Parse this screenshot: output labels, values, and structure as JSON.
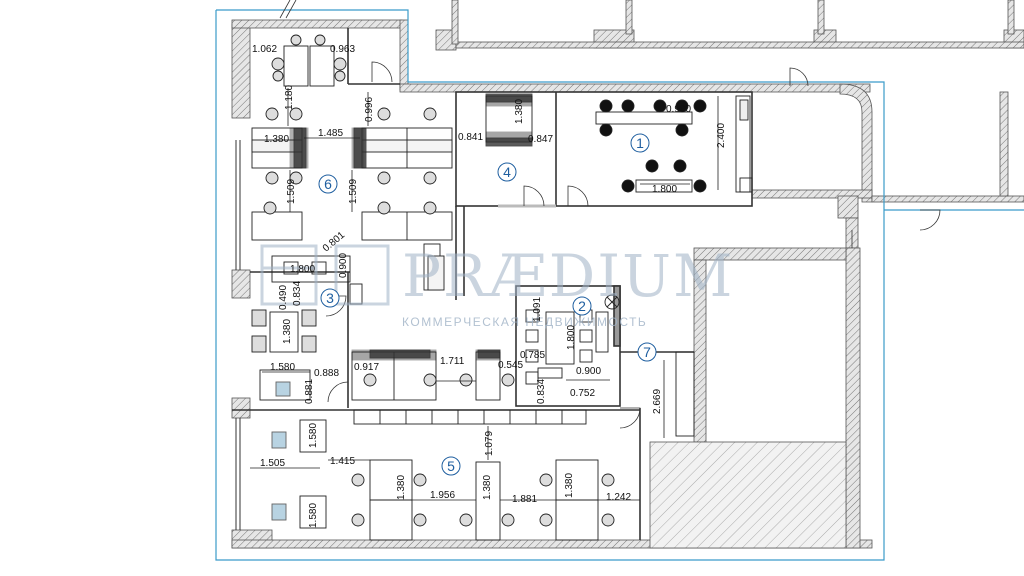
{
  "plan": {
    "rooms": [
      "1",
      "2",
      "3",
      "4",
      "5",
      "6",
      "7"
    ],
    "dimensions": {
      "d1062": "1.062",
      "d0963": "0.963",
      "d1180": "1.180",
      "d0996": "0.996",
      "d1380a": "1.380",
      "d1485": "1.485",
      "d1509a": "1.509",
      "d1509b": "1.509",
      "d0841": "0.841",
      "d1380b": "1.380",
      "d0847": "0.847",
      "d0900a": "0.900",
      "d2400": "2.400",
      "d1800a": "1.800",
      "d0801": "0.801",
      "d1800b": "1.800",
      "d0900b": "0.900",
      "d0834a": "0.834",
      "d0490": "0.490",
      "d1380c": "1.380",
      "d1580a": "1.580",
      "d0888": "0.888",
      "d0881": "0.881",
      "d0917": "0.917",
      "d1711": "1.711",
      "d0545": "0.545",
      "d1091": "1.091",
      "d1800c": "1.800",
      "d0785": "0.785",
      "d0900c": "0.900",
      "d0834b": "0.834",
      "d0752": "0.752",
      "d2669": "2.669",
      "d1079": "1.079",
      "d1580b": "1.580",
      "d1505": "1.505",
      "d1415": "1.415",
      "d1380d": "1.380",
      "d1380e": "1.380",
      "d1380f": "1.380",
      "d1956": "1.956",
      "d1881": "1.881",
      "d1242": "1.242",
      "d1580c": "1.580"
    }
  },
  "watermark": {
    "brand": "PRÆDIUM",
    "tagline": "КОММЕРЧЕСКАЯ НЕДВИЖИМОСТЬ"
  },
  "colors": {
    "wall_hatch": "#9a9a9a",
    "boundary": "#3b9bc9",
    "room_number": "#1f5fa0",
    "furniture": "#222222",
    "watermark": "#9fb2c6"
  }
}
